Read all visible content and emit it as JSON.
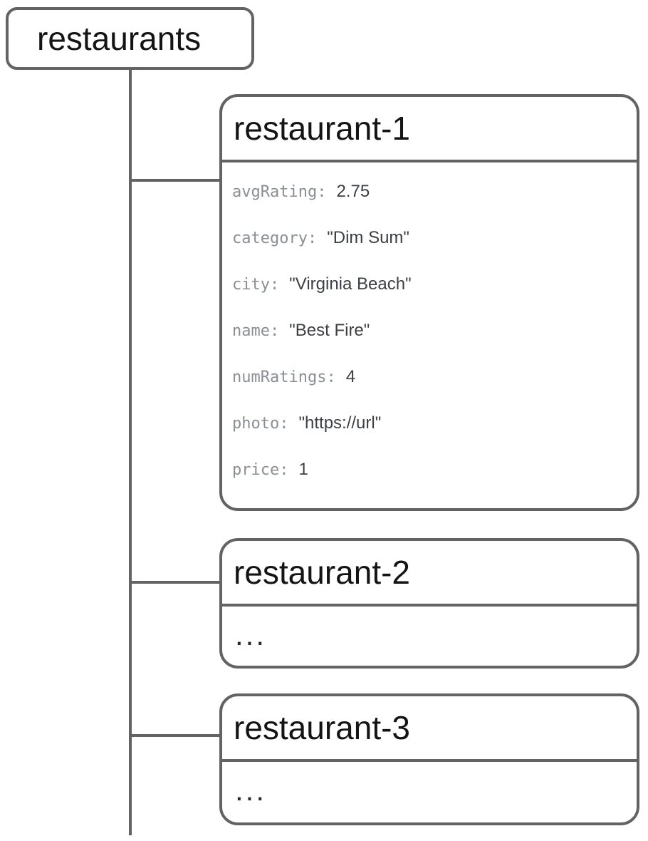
{
  "colors": {
    "line": "#636363",
    "title": "#141414",
    "key": "#8a8f94",
    "value": "#3c4043",
    "bg": "#ffffff"
  },
  "tree": {
    "root_label": "restaurants",
    "nodes": [
      {
        "title": "restaurant-1",
        "fields": [
          {
            "key": "avgRating:",
            "value": "2.75"
          },
          {
            "key": "category:",
            "value": "\"Dim Sum\""
          },
          {
            "key": "city:",
            "value": "\"Virginia Beach\""
          },
          {
            "key": "name:",
            "value": "\"Best Fire\""
          },
          {
            "key": "numRatings:",
            "value": "4"
          },
          {
            "key": "photo:",
            "value": "\"https://url\""
          },
          {
            "key": "price:",
            "value": "1"
          }
        ]
      },
      {
        "title": "restaurant-2",
        "body": "..."
      },
      {
        "title": "restaurant-3",
        "body": "..."
      }
    ]
  }
}
